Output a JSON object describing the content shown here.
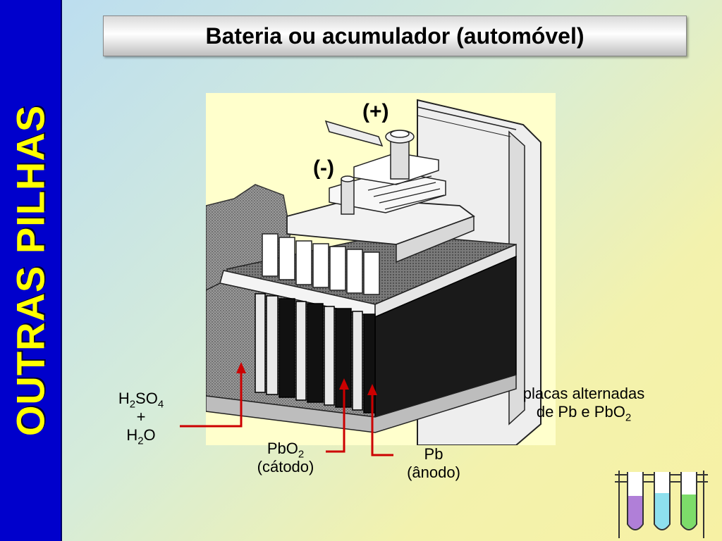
{
  "sidebar": {
    "text": "OUTRAS PILHAS",
    "bg_color": "#0000cc",
    "text_color": "#ffff00"
  },
  "title": "Bateria ou acumulador (automóvel)",
  "terminals": {
    "positive": "(+)",
    "negative": "(-)"
  },
  "labels": {
    "electrolyte": {
      "h": "H",
      "h_sub": "2",
      "so": "SO",
      "so_sub": "4",
      "plus": "+",
      "h2": "H",
      "h2_sub": "2",
      "o": "O"
    },
    "cathode": {
      "formula": "PbO",
      "formula_sub": "2",
      "role": "(cátodo)"
    },
    "anode": {
      "formula": "Pb",
      "role": "(ânodo)"
    },
    "plates": {
      "line1": "placas alternadas",
      "line2": "de Pb e PbO",
      "line2_sub": "2"
    }
  },
  "colors": {
    "arrow": "#cc0000",
    "figure_bg": "#ffffcc",
    "plates": "#111111"
  },
  "icons": [
    "car-battery-cutaway-illustration",
    "test-tubes-rack-icon"
  ]
}
